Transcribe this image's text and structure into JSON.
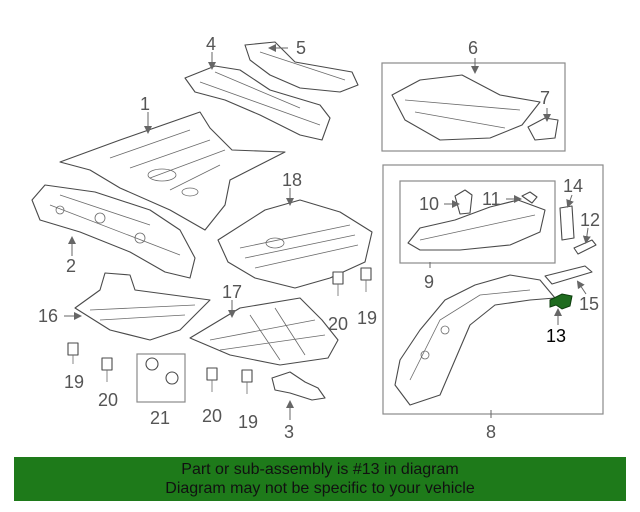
{
  "callouts": {
    "c1": "1",
    "c2": "2",
    "c3": "3",
    "c4": "4",
    "c5": "5",
    "c6": "6",
    "c7": "7",
    "c8": "8",
    "c9": "9",
    "c10": "10",
    "c11": "11",
    "c12": "12",
    "c13": "13",
    "c14": "14",
    "c15": "15",
    "c16": "16",
    "c17": "17",
    "c18": "18",
    "c19a": "19",
    "c19b": "19",
    "c19c": "19",
    "c20a": "20",
    "c20b": "20",
    "c20c": "20",
    "c21": "21"
  },
  "highlight": {
    "part": "13",
    "color": "#1e6b1e"
  },
  "banner": {
    "line1": "Part or sub-assembly is #13 in diagram",
    "line2": "Diagram may not be specific to your vehicle",
    "color": "#1e7a1a"
  }
}
